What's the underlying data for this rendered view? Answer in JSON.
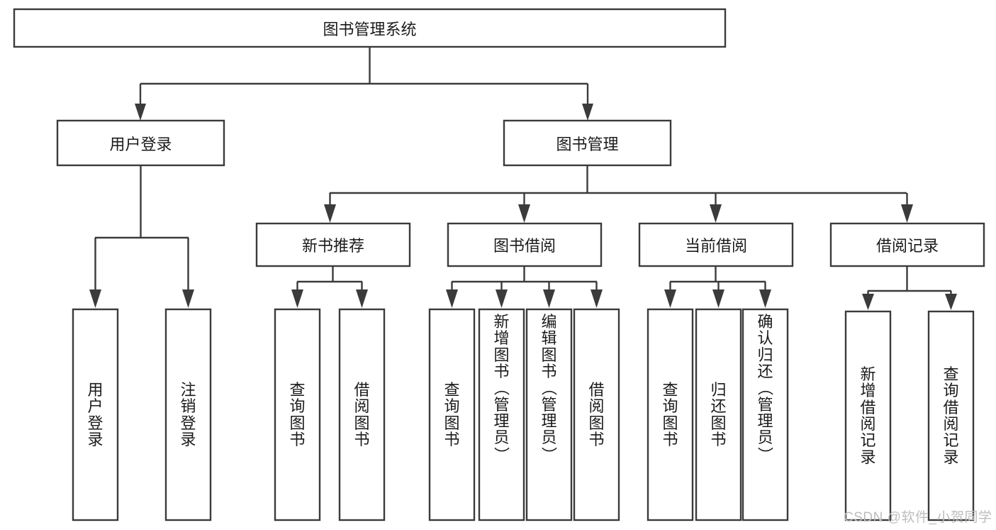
{
  "diagram": {
    "title": "图书管理系统",
    "type": "tree-hierarchy-flowchart",
    "orientation": "top-down",
    "colors": {
      "box_stroke": "#3b3b3b",
      "box_fill": "#ffffff",
      "connector": "#3b3b3b",
      "text": "#1b1b1b",
      "watermark": "#bdbdbd",
      "background": "#ffffff"
    },
    "root": {
      "label": "图书管理系统"
    },
    "level2": [
      {
        "label": "用户登录"
      },
      {
        "label": "图书管理"
      }
    ],
    "level3": [
      {
        "label": "新书推荐"
      },
      {
        "label": "图书借阅"
      },
      {
        "label": "当前借阅"
      },
      {
        "label": "借阅记录"
      }
    ],
    "leaves": {
      "user_login": [
        {
          "label": "用户登录"
        },
        {
          "label": "注销登录"
        }
      ],
      "new_book_recommend": [
        {
          "label": "查询图书"
        },
        {
          "label": "借阅图书"
        }
      ],
      "book_borrow": [
        {
          "label": "查询图书"
        },
        {
          "label": "新增图书（管理员）"
        },
        {
          "label": "编辑图书（管理员）"
        },
        {
          "label": "借阅图书"
        }
      ],
      "current_borrow": [
        {
          "label": "查询图书"
        },
        {
          "label": "归还图书"
        },
        {
          "label": "确认归还（管理员）"
        }
      ],
      "borrow_record": [
        {
          "label": "新增借阅记录"
        },
        {
          "label": "查询借阅记录"
        }
      ]
    }
  },
  "watermark": {
    "text": "CSDN @软件_小贺同学"
  }
}
